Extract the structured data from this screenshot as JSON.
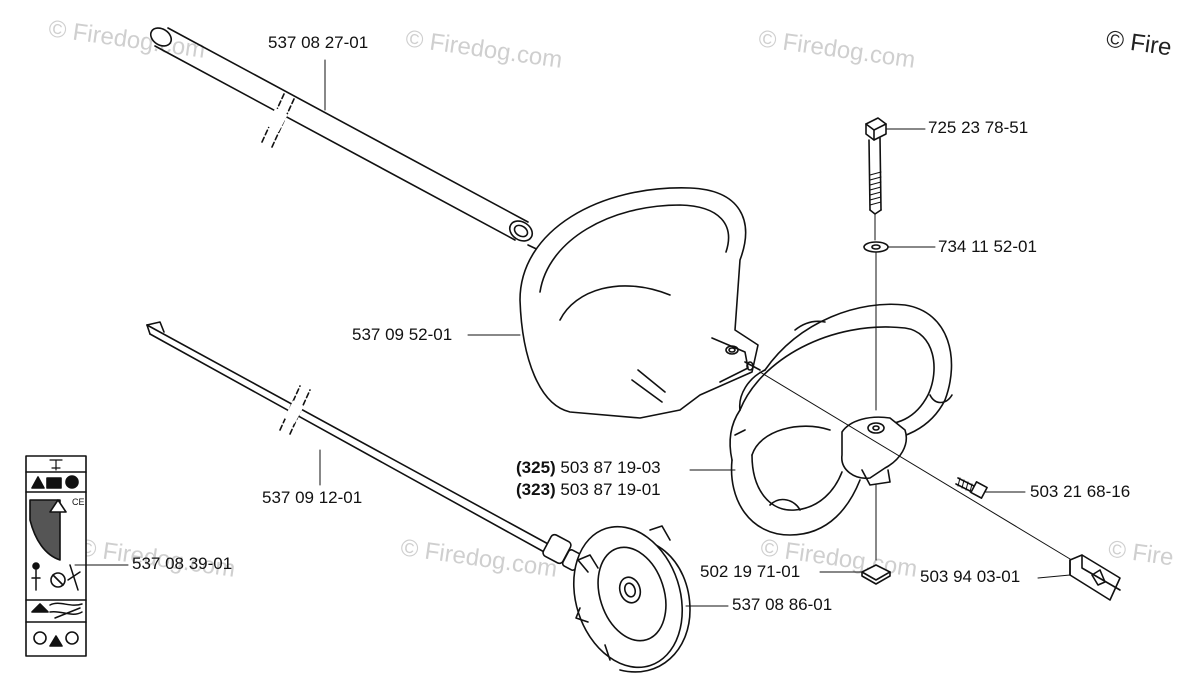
{
  "watermarks": {
    "small": "© Firedog.com",
    "corner": "© Fire"
  },
  "parts": {
    "tube": "537 08 27-01",
    "bolt": "725 23 78-51",
    "washer": "734 11 52-01",
    "guard": "537 09 52-01",
    "drive_shaft": "537 09 12-01",
    "handle_325_ref": "(325)",
    "handle_325": "503 87 19-03",
    "handle_323_ref": "(323)",
    "handle_323": "503 87 19-01",
    "screw": "503 21 68-16",
    "decal": "537 08 39-01",
    "nut": "502 19 71-01",
    "spacer": "503 94 03-01",
    "drive_disc": "537 08 86-01"
  }
}
